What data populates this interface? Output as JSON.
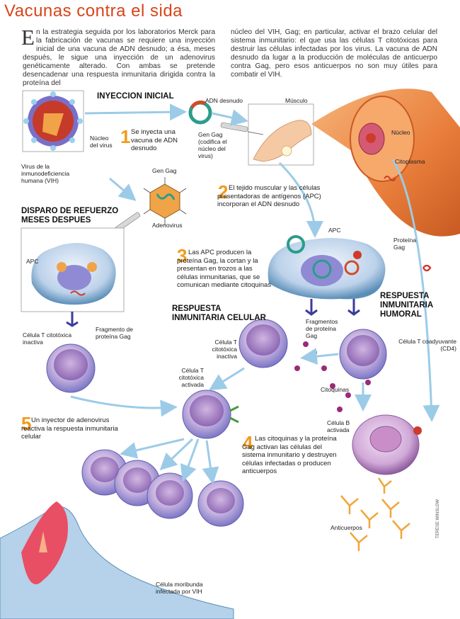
{
  "title": "Vacunas contra el sida",
  "intro": {
    "col1_dropcap": "E",
    "col1": "n la estrategia seguida por los laboratorios Merck para la fabricación de vacunas se requiere una inyección inicial de una vacuna de ADN desnudo; a ésa, meses después, le sigue una inyección de un adenovirus genéticamente alterado. Con ambas se pretende desencadenar una respuesta inmunitaria dirigida contra la proteína del",
    "col2": "núcleo del VIH, Gag; en particular, activar el brazo celular del sistema inmunitario: el que usa las células T citotóxicas para destruir las células infectadas por los virus. La vacuna de ADN desnudo da lugar a la producción de moléculas de anticuerpo contra Gag, pero esos anticuerpos no son muy útiles para combatir el VIH."
  },
  "headings": {
    "inicial": "INYECCION INICIAL",
    "refuerzo": "DISPARO DE REFUERZO MESES DESPUES",
    "celular": "RESPUESTA INMUNITARIA CELULAR",
    "humoral": "RESPUESTA INMUNITARIA HUMORAL"
  },
  "steps": [
    {
      "num": "1",
      "text": "Se inyecta una vacuna de ADN desnudo"
    },
    {
      "num": "2",
      "text": "El tejido muscular y las células presentadoras de antígenos (APC) incorporan el ADN desnudo"
    },
    {
      "num": "3",
      "text": "Las APC producen la proteína Gag, la cortan y la presentan en trozos a las células inmunitarias, que se comunican mediante citoquinas"
    },
    {
      "num": "4",
      "text": "Las citoquinas y la proteína Gag activan las células del sistema inmunitario y destruyen células infectadas o producen anticuerpos"
    },
    {
      "num": "5",
      "text": "Un inyector de adenovirus reactiva la respuesta inmunitaria celular"
    }
  ],
  "labels": {
    "nucleo_virus": "Núcleo del virus",
    "virus_vih": "Virus de la inmunodeficiencia humana (VIH)",
    "adn_desnudo": "ADN desnudo",
    "gen_gag_codifica": "Gen Gag (codifica el núcleo del virus)",
    "gen_gag": "Gen Gag",
    "adenovirus": "Adenovirus",
    "musculo": "Músculo",
    "nucleo": "Núcleo",
    "citoplasma": "Citoplasma",
    "apc_top": "APC",
    "apc_left": "APC",
    "proteina_gag": "Proteína Gag",
    "fragmentos": "Fragmentos de proteína Gag",
    "fragmento": "Fragmento de proteína Gag",
    "celula_t_inactiva_left": "Célula T citotóxica inactiva",
    "celula_t_inactiva": "Célula T citotóxica inactiva",
    "celula_t_activada": "Célula T citotóxica activada",
    "celula_t_coadyuvante": "Célula T coadyuvante (CD4)",
    "citoquinas": "Citoquinas",
    "celula_b": "Célula B activada",
    "anticuerpos": "Anticuerpos",
    "celula_moribunda": "Célula moribunda infectada por VIH"
  },
  "credit": "TERESE WINSLOW"
}
